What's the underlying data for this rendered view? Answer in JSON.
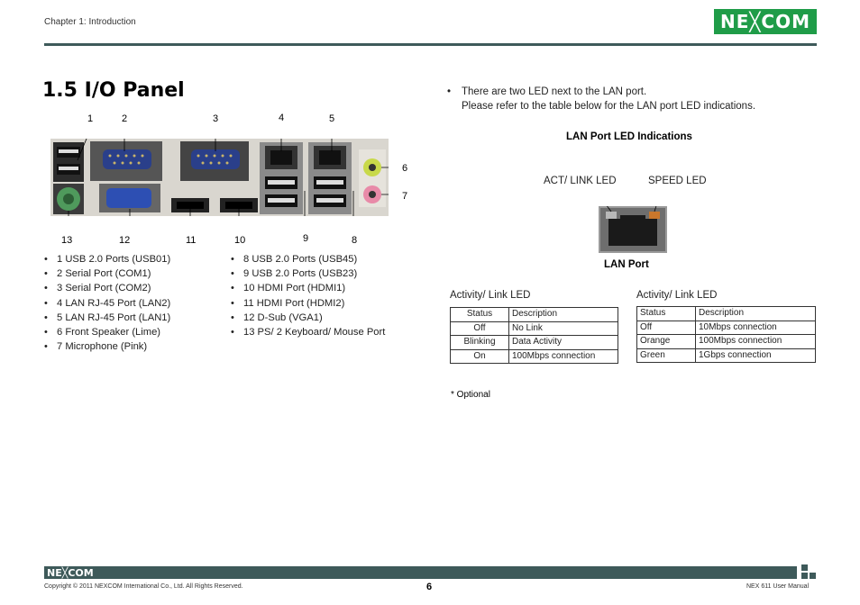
{
  "header": {
    "chapter": "Chapter 1: Introduction",
    "logo_text": "NE╳COM"
  },
  "title": "1.5 I/O Panel",
  "panel_numbers_top": [
    "1",
    "2",
    "3",
    "4",
    "5"
  ],
  "panel_numbers_side": [
    "6",
    "7"
  ],
  "panel_numbers_bottom": [
    "13",
    "12",
    "11",
    "10",
    "9",
    "8"
  ],
  "ports_left": [
    "1 USB 2.0 Ports (USB01)",
    "2 Serial Port (COM1)",
    "3 Serial Port (COM2)",
    "4 LAN RJ-45 Port (LAN2)",
    "5 LAN RJ-45 Port (LAN1)",
    "6 Front Speaker (Lime)",
    "7 Microphone (Pink)"
  ],
  "ports_right": [
    "8 USB 2.0 Ports (USB45)",
    "9 USB 2.0 Ports (USB23)",
    "10 HDMI Port (HDMI1)",
    "11 HDMI Port (HDMI2)",
    "12 D-Sub (VGA1)",
    "13 PS/ 2 Keyboard/ Mouse Port"
  ],
  "note": {
    "line1": "There are two LED next to the LAN port.",
    "line2": "Please refer to the table below for the LAN port LED indications."
  },
  "led_title": "LAN Port LED Indications",
  "act_label": "ACT/ LINK LED",
  "speed_label": "SPEED LED",
  "lan_port_label": "LAN Port",
  "table1": {
    "caption": "Activity/ Link LED",
    "header": [
      "Status",
      "Description"
    ],
    "rows": [
      [
        "Off",
        "No Link"
      ],
      [
        "Blinking",
        "Data Activity"
      ],
      [
        "On",
        "100Mbps connection"
      ]
    ]
  },
  "table2": {
    "caption": "Activity/ Link LED",
    "header": [
      "Status",
      "Description"
    ],
    "rows": [
      [
        "Off",
        "10Mbps connection"
      ],
      [
        "Orange",
        "100Mbps connection"
      ],
      [
        "Green",
        "1Gbps connection"
      ]
    ]
  },
  "optional": "* Optional",
  "footer": {
    "logo_text": "NE╳COM",
    "copyright": "Copyright © 2011 NEXCOM International Co., Ltd. All Rights Reserved.",
    "page": "6",
    "manual": "NEX 611 User Manual"
  },
  "colors": {
    "brand_green": "#1f9c48",
    "bar": "#3e5a5a",
    "speaker_lime": "#c8d94a",
    "mic_pink": "#e88aa8",
    "vga_blue": "#2d4fb3",
    "ps2_green": "#4f9a5c"
  }
}
